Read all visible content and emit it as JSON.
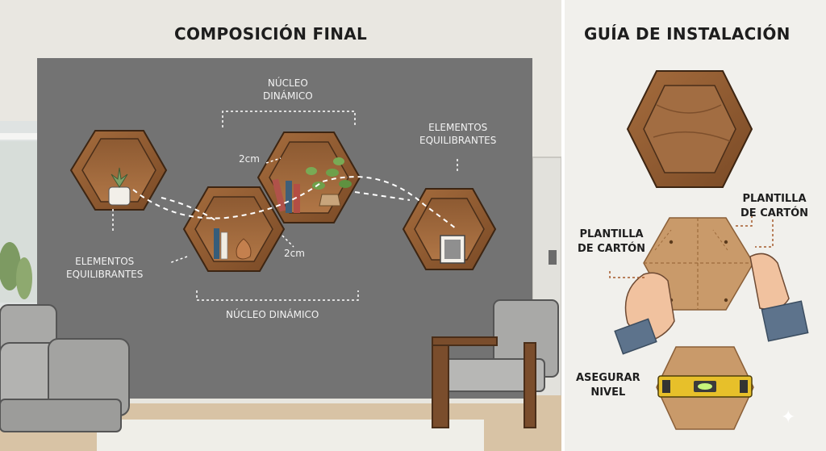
{
  "left_panel": {
    "title": "COMPOSICIÓN FINAL",
    "labels": {
      "nucleo_top": "NÚCLEO\nDINÁMICO",
      "nucleo_bottom": "NÚCLEO DINÁMICO",
      "elementos_left": "ELEMENTOS\nEQUILIBRANTES",
      "elementos_right": "ELEMENTOS\nEQUILIBRANTES",
      "gap_top": "2cm",
      "gap_bottom": "2cm"
    }
  },
  "right_panel": {
    "title": "GUÍA DE INSTALACIÓN",
    "labels": {
      "plantilla_right": "PLANTILLA\nDE CARTÓN",
      "plantilla_left": "PLANTILLA\nDE CARTÓN",
      "asegurar": "ASEGURAR\nNIVEL"
    }
  },
  "colors": {
    "wall": "#727272",
    "wood": "#8a5a34",
    "cardboard": "#c99a6a",
    "dashed": "#ffffff"
  },
  "icons": [
    "sparkle-icon"
  ]
}
